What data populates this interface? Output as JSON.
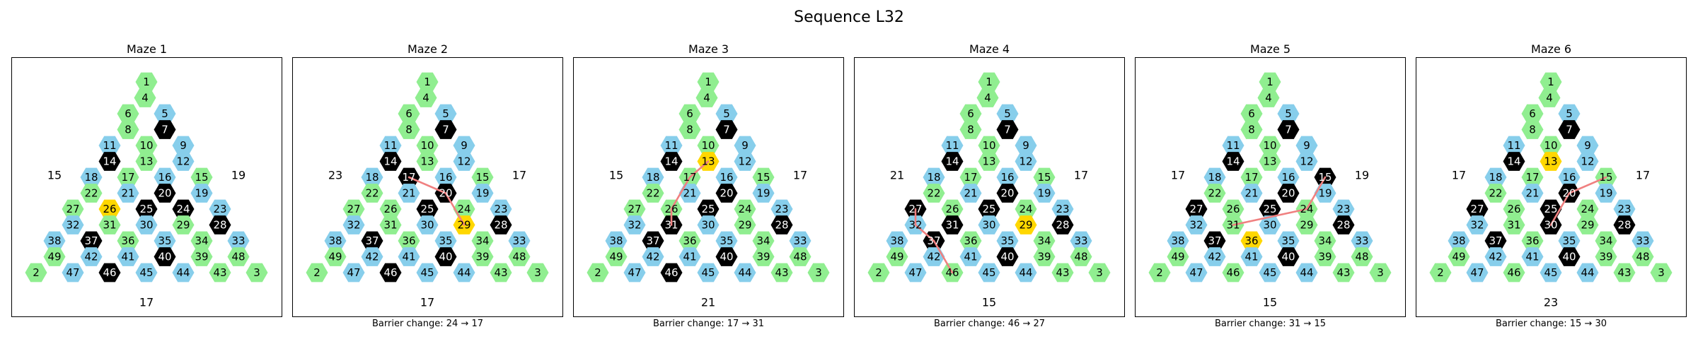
{
  "title": "Sequence L32",
  "colors": {
    "open": "#90EE90",
    "water": "#87CEEB",
    "barrier": "#000000",
    "goal": "#FFD700",
    "path": "#F08080",
    "label_dark": "#000000",
    "label_light": "#FFFFFF"
  },
  "legend_note": "",
  "mazes": [
    {
      "title": "Maze 1",
      "caption": "",
      "left_value": "15",
      "right_value": "19",
      "bottom_value": "17",
      "goal": 26,
      "barriers": [
        7,
        14,
        20,
        24,
        25,
        28,
        37,
        40,
        46
      ],
      "path": []
    },
    {
      "title": "Maze 2",
      "caption": "Barrier change: 24 → 17",
      "left_value": "23",
      "right_value": "17",
      "bottom_value": "17",
      "goal": 29,
      "barriers": [
        7,
        14,
        17,
        20,
        25,
        28,
        37,
        40,
        46
      ],
      "path": [
        17,
        20,
        29
      ]
    },
    {
      "title": "Maze 3",
      "caption": "Barrier change: 17 → 31",
      "left_value": "15",
      "right_value": "17",
      "bottom_value": "21",
      "goal": 13,
      "barriers": [
        7,
        14,
        20,
        25,
        28,
        31,
        37,
        40,
        46
      ],
      "path": [
        31,
        26,
        17,
        13
      ]
    },
    {
      "title": "Maze 4",
      "caption": "Barrier change: 46 → 27",
      "left_value": "21",
      "right_value": "17",
      "bottom_value": "15",
      "goal": 29,
      "barriers": [
        7,
        14,
        20,
        25,
        27,
        28,
        31,
        37,
        40
      ],
      "path": [
        46,
        37,
        32,
        27
      ]
    },
    {
      "title": "Maze 5",
      "caption": "Barrier change: 31 → 15",
      "left_value": "17",
      "right_value": "19",
      "bottom_value": "15",
      "goal": 36,
      "barriers": [
        7,
        14,
        15,
        20,
        25,
        27,
        28,
        37,
        40
      ],
      "path": [
        31,
        24,
        15
      ]
    },
    {
      "title": "Maze 6",
      "caption": "Barrier change: 15 → 30",
      "left_value": "17",
      "right_value": "17",
      "bottom_value": "23",
      "goal": 13,
      "barriers": [
        7,
        14,
        20,
        25,
        27,
        28,
        30,
        37,
        40
      ],
      "path": [
        15,
        20,
        30
      ]
    }
  ]
}
